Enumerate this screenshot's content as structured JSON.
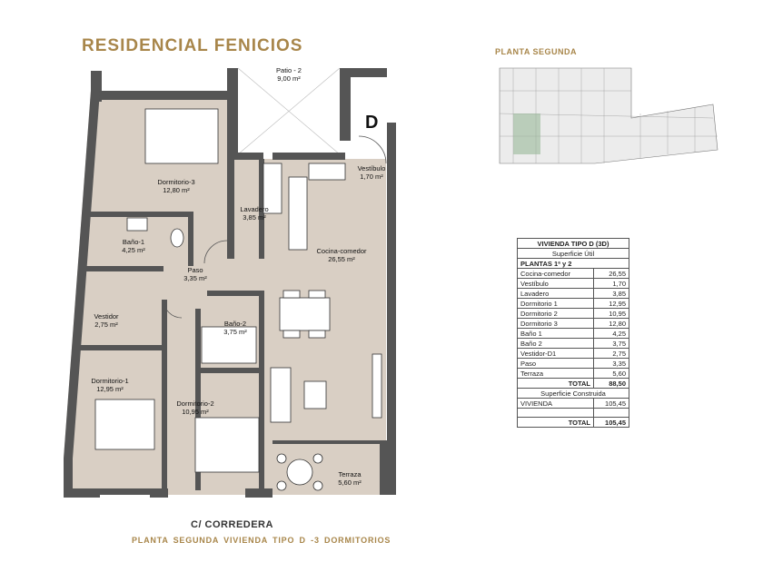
{
  "header": {
    "title": "RESIDENCIAL FENICIOS",
    "location_title": "PLANTA SEGUNDA"
  },
  "plan": {
    "unit_letter": "D",
    "street": "C/ CORREDERA",
    "footer": "PLANTA SEGUNDA   VIVIENDA TIPO D -3 DORMITORIOS",
    "rooms": [
      {
        "name": "Patio - 2",
        "area": "9,00 m²"
      },
      {
        "name": "Vestíbulo",
        "area": "1,70 m²"
      },
      {
        "name": "Dormitorio-3",
        "area": "12,80 m²"
      },
      {
        "name": "Lavadero",
        "area": "3,85 m²"
      },
      {
        "name": "Baño-1",
        "area": "4,25 m²"
      },
      {
        "name": "Cocina-comedor",
        "area": "26,55 m²"
      },
      {
        "name": "Paso",
        "area": "3,35 m²"
      },
      {
        "name": "Vestidor",
        "area": "2,75 m²"
      },
      {
        "name": "Baño-2",
        "area": "3,75 m²"
      },
      {
        "name": "Dormitorio-1",
        "area": "12,95 m²"
      },
      {
        "name": "Dormitorio-2",
        "area": "10,95 m²"
      },
      {
        "name": "Terraza",
        "area": "5,60 m²"
      }
    ]
  },
  "area_table": {
    "title": "VIVIENDA TIPO D (3D)",
    "useful_header": "Superficie Útil",
    "floors": "PLANTAS 1ª y 2",
    "rows": [
      {
        "label": "Cocina-comedor",
        "value": "26,55"
      },
      {
        "label": "Vestíbulo",
        "value": "1,70"
      },
      {
        "label": "Lavadero",
        "value": "3,85"
      },
      {
        "label": "Dormitorio 1",
        "value": "12,95"
      },
      {
        "label": "Dormitorio 2",
        "value": "10,95"
      },
      {
        "label": "Dormitorio 3",
        "value": "12,80"
      },
      {
        "label": "Baño 1",
        "value": "4,25"
      },
      {
        "label": "Baño 2",
        "value": "3,75"
      },
      {
        "label": "Vestidor-D1",
        "value": "2,75"
      },
      {
        "label": "Paso",
        "value": "3,35"
      },
      {
        "label": "Terraza",
        "value": "5,60"
      }
    ],
    "total_label": "TOTAL",
    "total_useful": "88,50",
    "built_header": "Superficie Construida",
    "built_label": "VIVIENDA",
    "built_value": "105,45",
    "total_built": "105,45"
  },
  "colors": {
    "brand": "#a8864a",
    "floor": "#d9cfc4",
    "wall": "#555555"
  }
}
